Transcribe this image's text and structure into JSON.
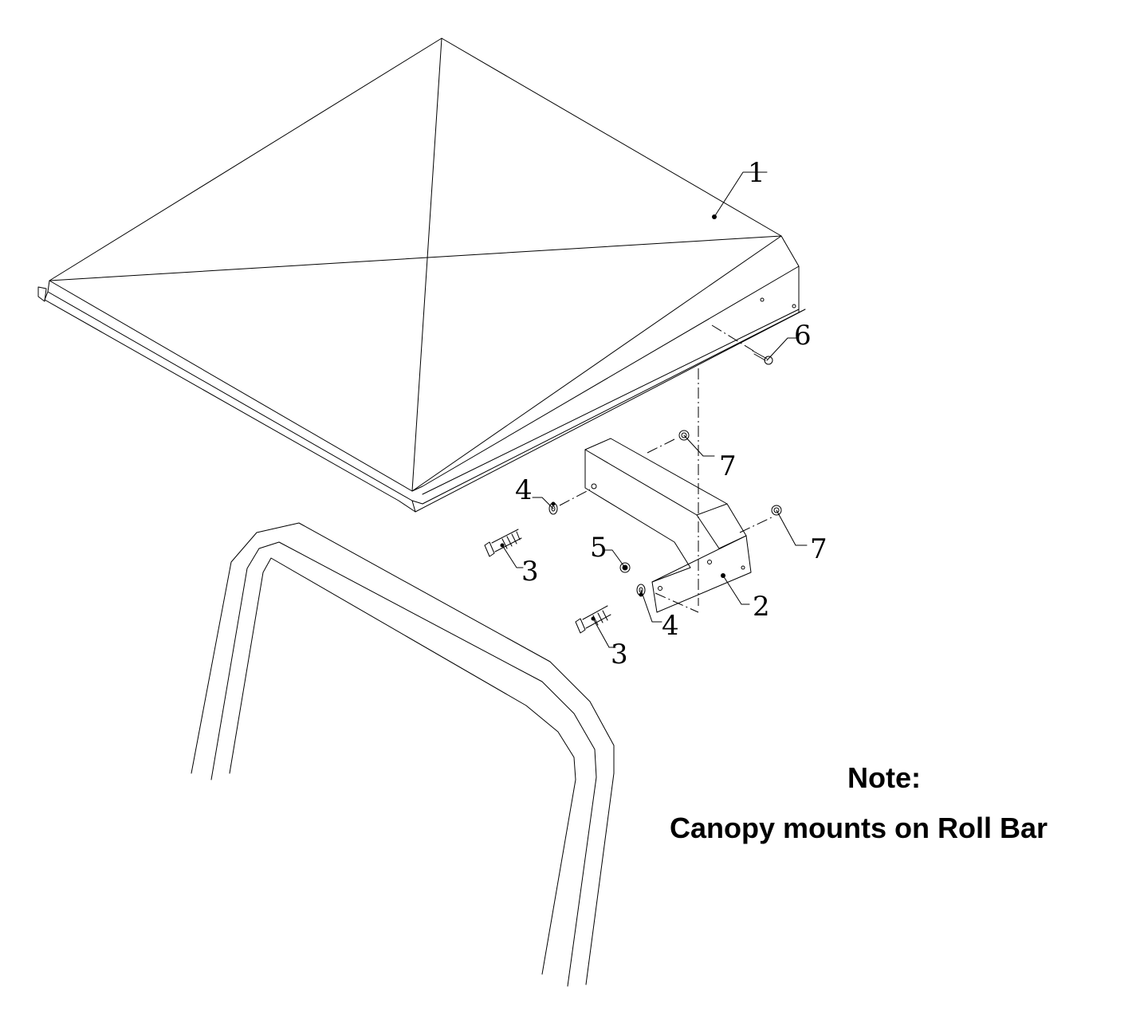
{
  "callouts": {
    "canopy": "1",
    "bracket": "2",
    "bolt_upper": "3",
    "bolt_lower": "3",
    "washer_upper": "4",
    "washer_lower": "4",
    "nut": "5",
    "screw": "6",
    "nut_top": "7",
    "nut_right": "7"
  },
  "note": {
    "title": "Note:",
    "text": "Canopy mounts on Roll Bar"
  }
}
